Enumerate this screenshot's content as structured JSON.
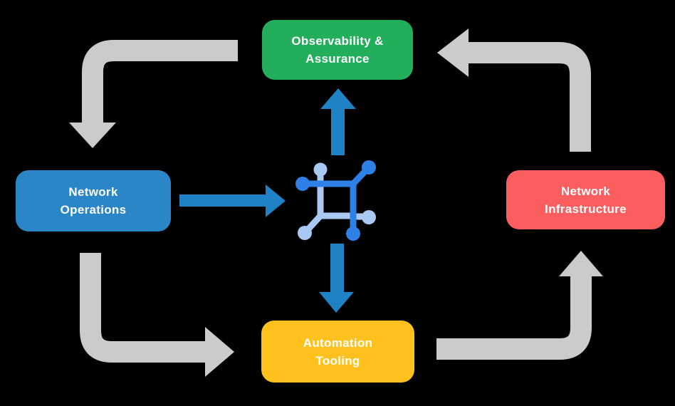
{
  "diagram": {
    "background_color": "#000000",
    "nodes": [
      {
        "id": "observability",
        "line1": "Observability &",
        "line2": "Assurance",
        "color": "#22AE5B"
      },
      {
        "id": "operations",
        "line1": "Network",
        "line2": "Operations",
        "color": "#2B86C8"
      },
      {
        "id": "infrastructure",
        "line1": "Network",
        "line2": "Infrastructure",
        "color": "#FB5E5E"
      },
      {
        "id": "automation",
        "line1": "Automation",
        "line2": "Tooling",
        "color": "#FEC11D"
      }
    ],
    "center_icon": {
      "name": "network-mesh-icon",
      "dark_color": "#2E7FE6",
      "light_color": "#A9C8F2"
    },
    "edges": [
      {
        "from": "observability",
        "to": "operations",
        "style": "gray-elbow",
        "color": "#CBCBCB"
      },
      {
        "from": "operations",
        "to": "automation",
        "style": "gray-elbow",
        "color": "#CBCBCB"
      },
      {
        "from": "automation",
        "to": "infrastructure",
        "style": "gray-elbow",
        "color": "#CBCBCB"
      },
      {
        "from": "infrastructure",
        "to": "observability",
        "style": "gray-elbow",
        "color": "#CBCBCB"
      },
      {
        "from": "operations",
        "to": "center-icon",
        "style": "blue-straight",
        "color": "#1F82C5"
      },
      {
        "from": "center-icon",
        "to": "observability",
        "style": "blue-straight",
        "color": "#1F82C5"
      },
      {
        "from": "center-icon",
        "to": "automation",
        "style": "blue-straight",
        "color": "#1F82C5"
      }
    ]
  }
}
